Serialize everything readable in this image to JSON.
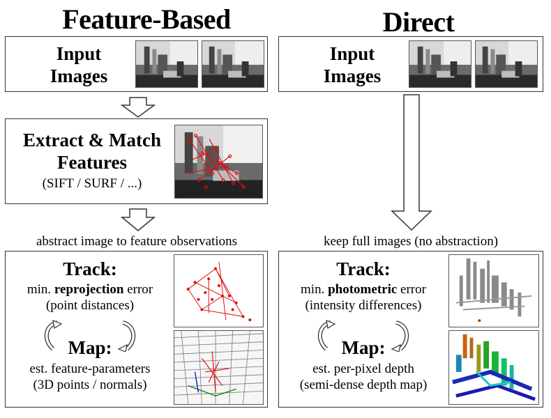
{
  "left": {
    "title": "Feature-Based",
    "input_line1": "Input",
    "input_line2": "Images",
    "extract_line1": "Extract & Match",
    "extract_line2": "Features",
    "extract_sub": "(SIFT / SURF / ...)",
    "caption": "abstract image to feature observations",
    "track_title": "Track:",
    "track_pre": "min. ",
    "track_bold": "reprojection",
    "track_post": " error",
    "track_sub": "(point distances)",
    "map_title": "Map:",
    "map_line1": "est. feature-parameters",
    "map_line2": "(3D points / normals)"
  },
  "right": {
    "title": "Direct",
    "input_line1": "Input",
    "input_line2": "Images",
    "caption": "keep full images (no abstraction)",
    "track_title": "Track:",
    "track_pre": "min. ",
    "track_bold": "photometric",
    "track_post": " error",
    "track_sub": "(intensity differences)",
    "map_title": "Map:",
    "map_line1": "est. per-pixel depth",
    "map_line2": "(semi-dense depth map)"
  },
  "colors": {
    "border": "#333333",
    "feature_red": "#e01010",
    "arrow_fill": "#ffffff",
    "arrow_stroke": "#333333"
  },
  "icons": {
    "down_arrow": "block-down-arrow-icon",
    "cycle_left": "cycle-arrow-left-icon",
    "cycle_right": "cycle-arrow-right-icon"
  }
}
